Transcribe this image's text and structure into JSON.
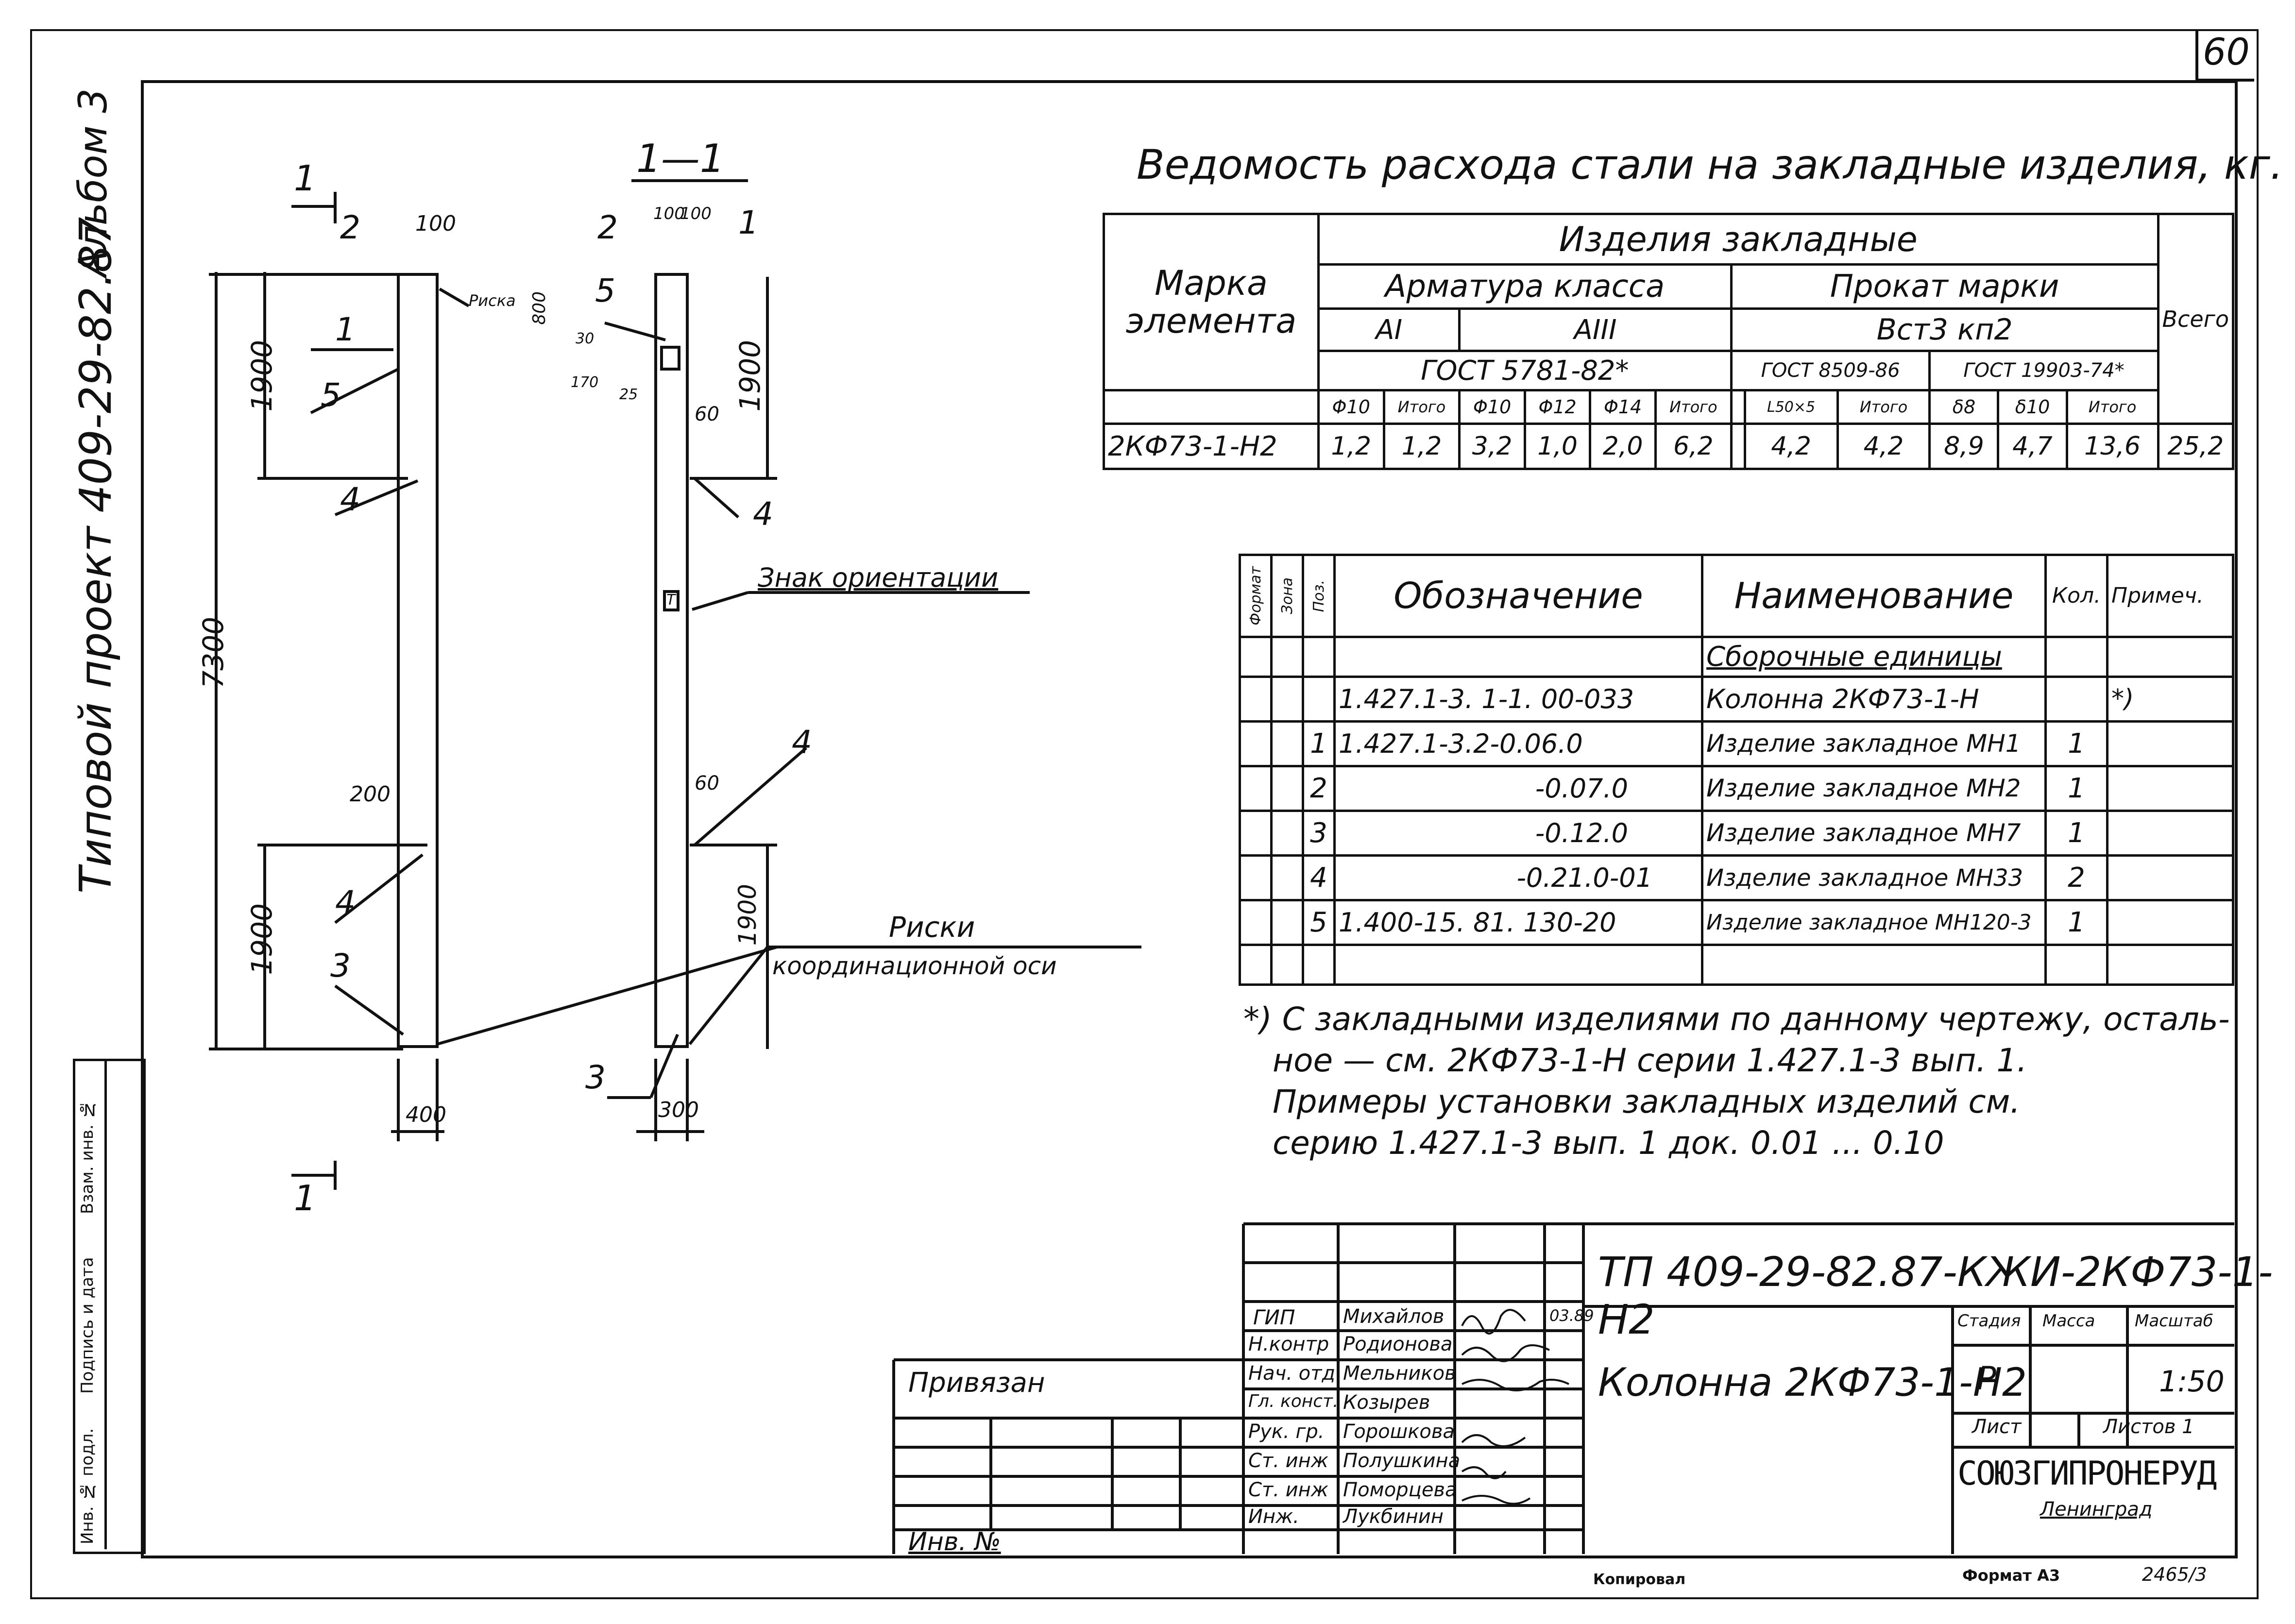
{
  "sheet": {
    "sheet_number": "60",
    "album": "Альбом 3",
    "project": "Типовой проект 409-29-82.87",
    "copied": "Копировал",
    "format": "Формат А3",
    "order_no": "2465/3"
  },
  "side_stamp": [
    "Инв. № подл.",
    "Подпись и дата",
    "Взам. инв. №"
  ],
  "drawing": {
    "section_mark": "1",
    "section_title": "1—1",
    "dims_left": [
      "100",
      "1900",
      "7300",
      "200",
      "1900",
      "400"
    ],
    "dims_right": [
      "100",
      "100",
      "800",
      "30",
      "170",
      "25",
      "1900",
      "60",
      "60",
      "1900",
      "300"
    ],
    "callouts_left": [
      "2",
      "1",
      "5",
      "4",
      "4",
      "3"
    ],
    "callouts_right": [
      "2",
      "1",
      "5",
      "4",
      "4",
      "3"
    ],
    "risk_label": "Риска",
    "orientation_label": "Знак ориентации",
    "orientation_symbol": "T",
    "risks_line1": "Риски",
    "risks_line2": "координационной оси"
  },
  "steel_table": {
    "title": "Ведомость расхода стали на закладные изделия, кг.",
    "h_mark": "Марка элемента",
    "h_items": "Изделия закладные",
    "h_rebar": "Арматура класса",
    "h_ai": "АI",
    "h_aiii": "АIII",
    "h_gost1": "ГОСТ 5781-82*",
    "h_rolled": "Прокат марки",
    "h_vst": "Вст3 кп2",
    "h_gost2": "ГОСТ 8509-86",
    "h_gost3": "ГОСТ 19903-74*",
    "h_total": "Всего",
    "subcols": [
      "Φ10",
      "Итого",
      "Φ10",
      "Φ12",
      "Φ14",
      "Итого",
      "",
      "L50×5",
      "Итого",
      "δ8",
      "δ10",
      "Итого"
    ],
    "row_mark": "2КФ73-1-Н2",
    "row_values": [
      "1,2",
      "1,2",
      "3,2",
      "1,0",
      "2,0",
      "6,2",
      "",
      "4,2",
      "4,2",
      "8,9",
      "4,7",
      "13,6",
      "25,2"
    ]
  },
  "spec_table": {
    "headers": [
      "Формат",
      "Зона",
      "Поз.",
      "Обозначение",
      "Наименование",
      "Кол.",
      "Примеч."
    ],
    "section": "Сборочные единицы",
    "rows": [
      {
        "pos": "",
        "designation": "1.427.1-3. 1-1. 00-033",
        "name": "Колонна 2КФ73-1-Н",
        "qty": "",
        "note": "*)"
      },
      {
        "pos": "1",
        "designation": "1.427.1-3.2-0.06.0",
        "name": "Изделие закладное МН1",
        "qty": "1",
        "note": ""
      },
      {
        "pos": "2",
        "designation": "-0.07.0",
        "name": "Изделие закладное МН2",
        "qty": "1",
        "note": ""
      },
      {
        "pos": "3",
        "designation": "-0.12.0",
        "name": "Изделие закладное МН7",
        "qty": "1",
        "note": ""
      },
      {
        "pos": "4",
        "designation": "-0.21.0-01",
        "name": "Изделие закладное МН33",
        "qty": "2",
        "note": ""
      },
      {
        "pos": "5",
        "designation": "1.400-15. 81. 130-20",
        "name": "Изделие закладное МН120-3",
        "qty": "1",
        "note": ""
      },
      {
        "pos": "",
        "designation": "",
        "name": "",
        "qty": "",
        "note": ""
      }
    ]
  },
  "note": [
    "*) С закладными изделиями по данному чертежу, осталь-",
    "ное — см. 2КФ73-1-Н серии 1.427.1-3 вып. 1.",
    "Примеры установки закладных изделий см.",
    "серию 1.427.1-3 вып. 1 док. 0.01 ... 0.10"
  ],
  "title_block": {
    "code": "ТП 409-29-82.87-КЖИ-2КФ73-1-Н2",
    "name": "Колонна 2КФ73-1-Н2",
    "stage_label": "Стадия",
    "mass_label": "Масса",
    "scale_label": "Масштаб",
    "stage": "Р",
    "mass": "",
    "scale": "1:50",
    "sheet_label": "Лист",
    "sheets_label": "Листов 1",
    "org": "СОЮЗГИПРОНЕРУД",
    "city": "Ленинград",
    "date": "03.89",
    "roles": [
      {
        "role": "ГИП",
        "name": "Михайлов"
      },
      {
        "role": "Н.контр",
        "name": "Родионова"
      },
      {
        "role": "Нач. отд",
        "name": "Мельников"
      },
      {
        "role": "Гл. конст.",
        "name": "Козырев"
      },
      {
        "role": "Рук. гр.",
        "name": "Горошкова"
      },
      {
        "role": "Ст. инж",
        "name": "Полушкина"
      },
      {
        "role": "Ст. инж",
        "name": "Поморцева"
      },
      {
        "role": "Инж.",
        "name": "Лукбинин"
      }
    ],
    "tied_label": "Привязан",
    "inv_label": "Инв. №"
  }
}
